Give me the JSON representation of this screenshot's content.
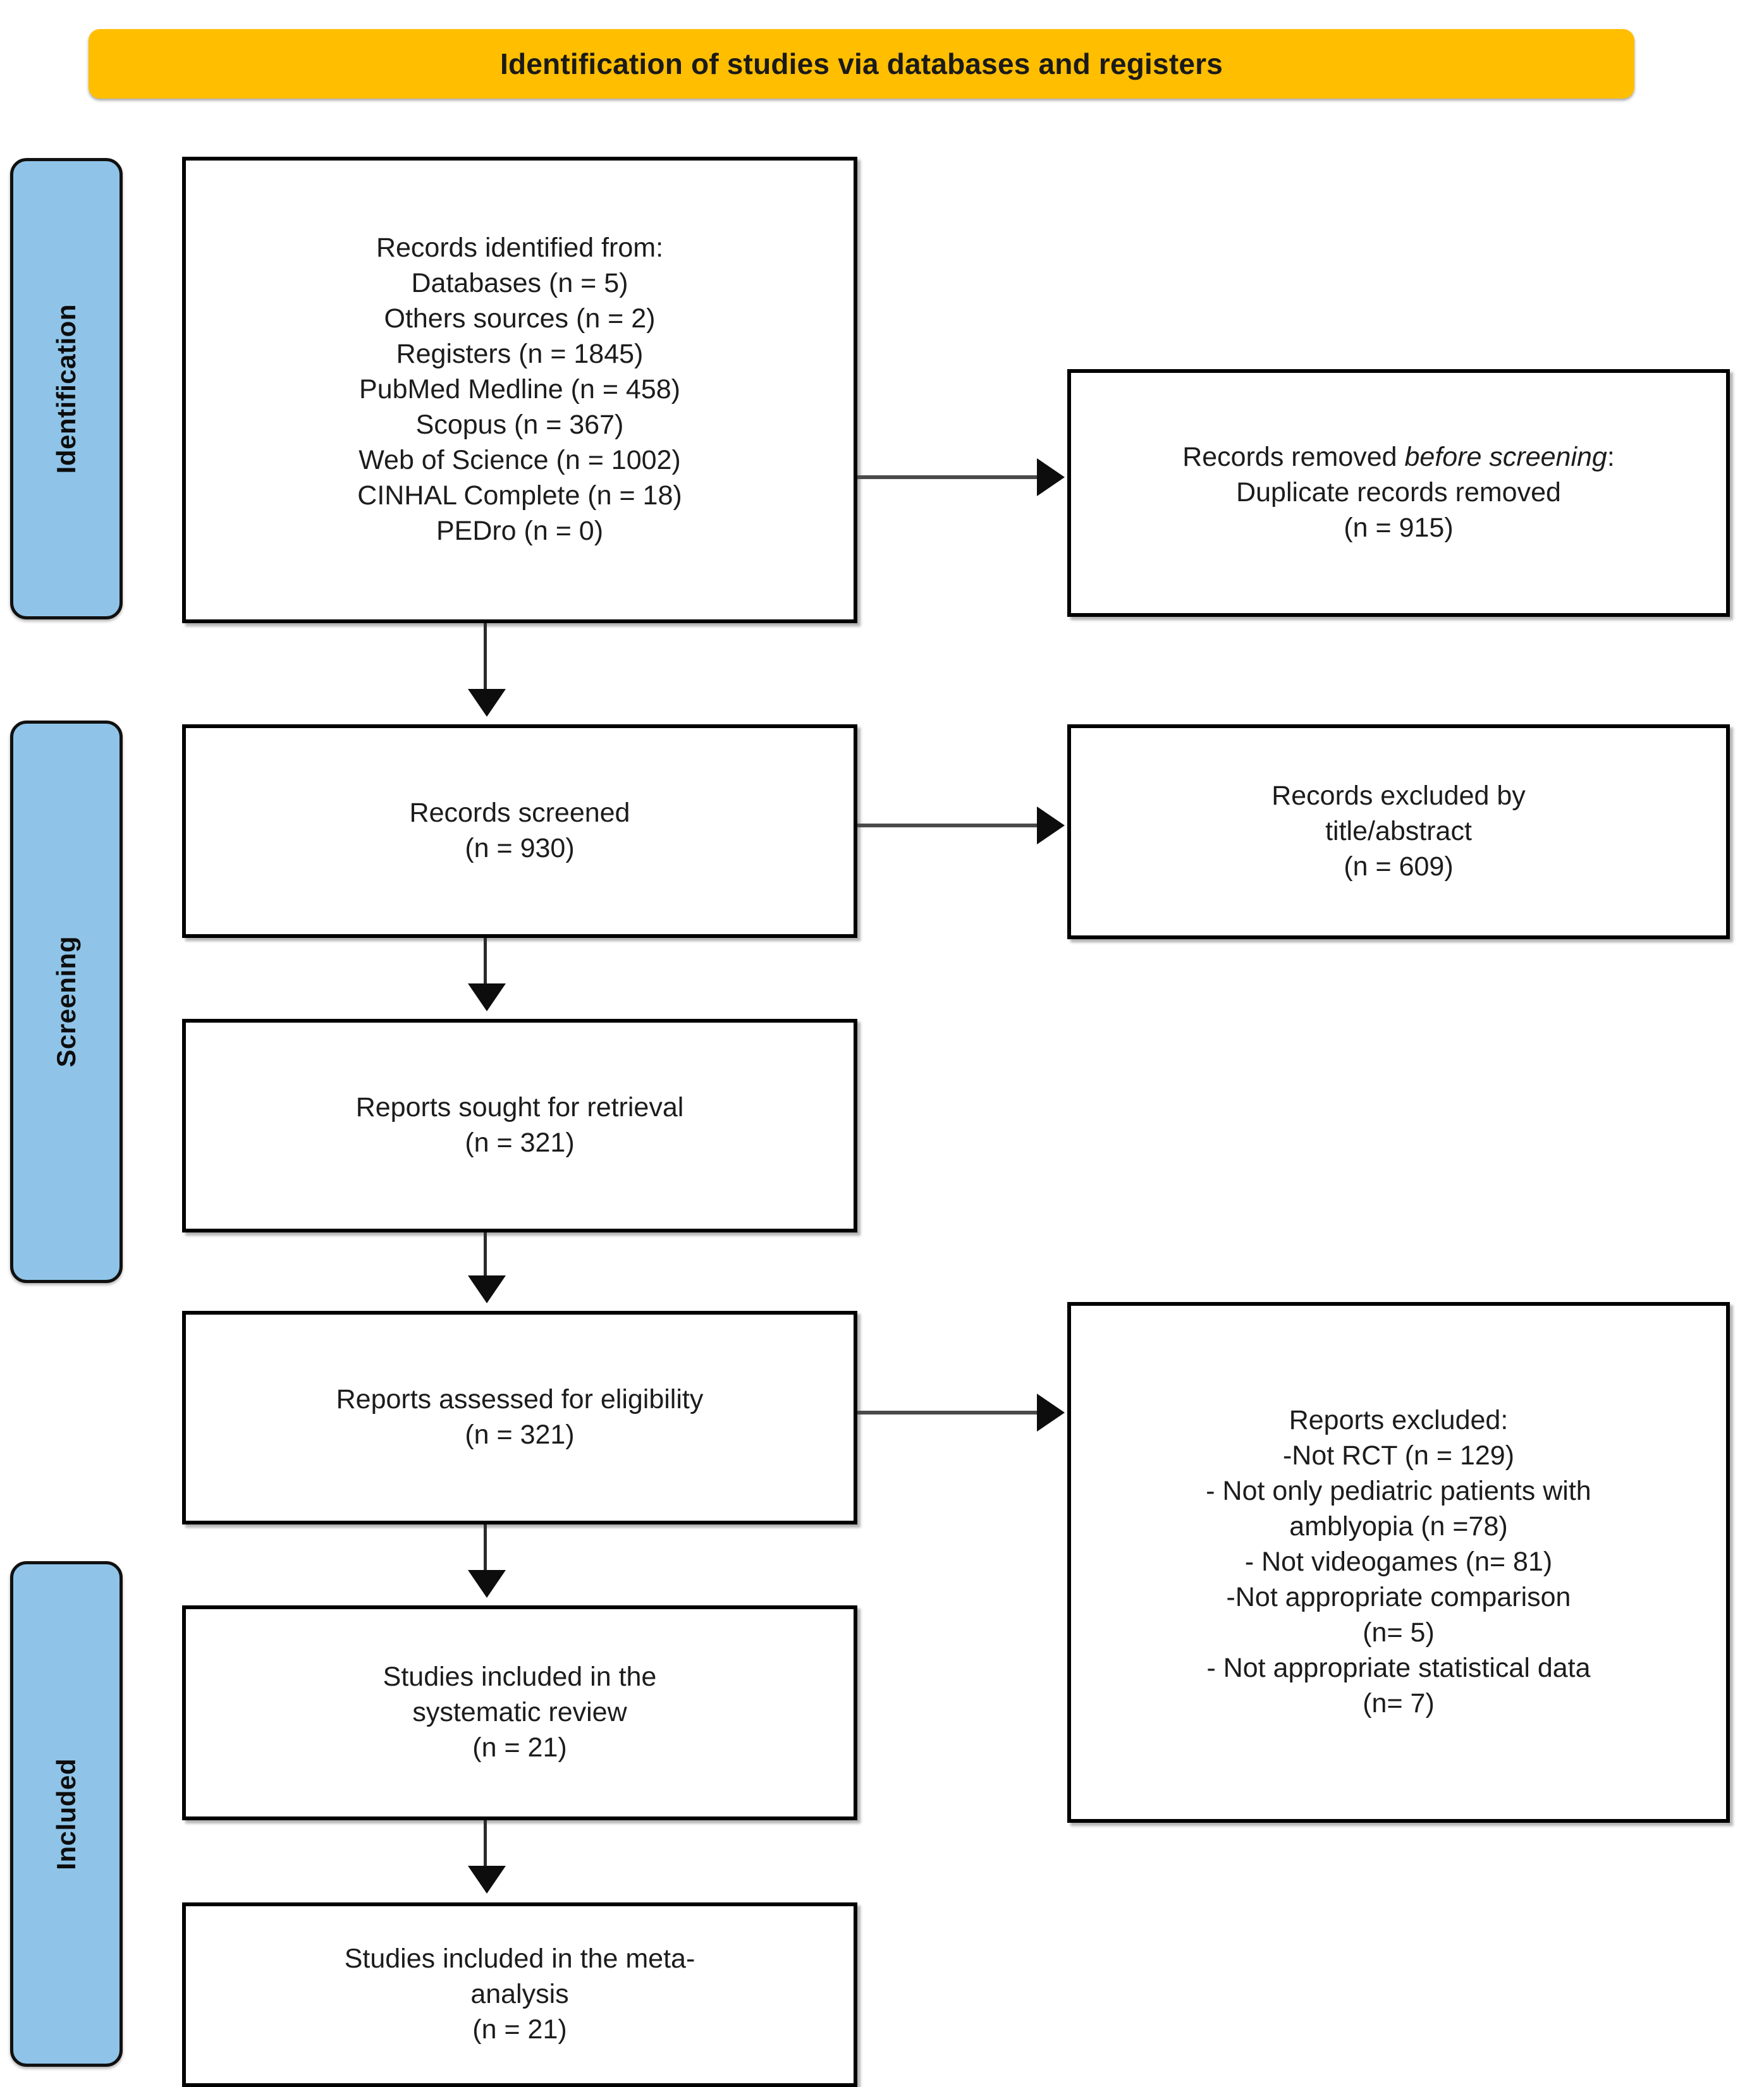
{
  "banner": {
    "title": "Identification of studies via databases and registers",
    "color": "#FFBE00"
  },
  "stages": {
    "color": "#8FC4E8",
    "identification": "Identification",
    "screening": "Screening",
    "included": "Included"
  },
  "boxes": {
    "identified": "Records identified from:\nDatabases (n = 5)\nOthers sources (n = 2)\nRegisters (n = 1845)\nPubMed Medline (n = 458)\nScopus (n = 367)\nWeb of Science (n = 1002)\nCINHAL Complete (n = 18)\nPEDro (n = 0)",
    "duplicates_line1": "Records removed ",
    "duplicates_italic": "before screening",
    "duplicates_line2": ":\nDuplicate records removed\n(n = 915)",
    "screened": "Records screened\n(n = 930)",
    "excluded_title_abstract": "Records excluded by\ntitle/abstract\n(n = 609)",
    "sought": "Reports sought for retrieval\n(n = 321)",
    "assessed": "Reports assessed for eligibility\n(n = 321)",
    "excluded_reports": "Reports excluded:\n-Not RCT (n = 129)\n- Not only pediatric patients with\namblyopia (n =78)\n- Not videogames (n= 81)\n-Not appropriate comparison\n(n= 5)\n- Not appropriate statistical data\n(n= 7)",
    "systematic_review": "Studies included in the\nsystematic review\n(n = 21)",
    "meta_analysis": "Studies included in the meta-\nanalysis\n(n = 21)"
  },
  "chart_data": {
    "type": "diagram",
    "title": "Identification of studies via databases and registers",
    "stages": [
      "Identification",
      "Screening",
      "Included"
    ],
    "nodes": [
      {
        "id": "identified",
        "stage": "Identification",
        "label": "Records identified from",
        "counts": {
          "Databases": 5,
          "Others sources": 2,
          "Registers": 1845,
          "PubMed Medline": 458,
          "Scopus": 367,
          "Web of Science": 1002,
          "CINHAL Complete": 18,
          "PEDro": 0
        }
      },
      {
        "id": "duplicates",
        "stage": "Identification",
        "label": "Records removed before screening: Duplicate records removed",
        "n": 915
      },
      {
        "id": "screened",
        "stage": "Screening",
        "label": "Records screened",
        "n": 930
      },
      {
        "id": "excluded_title_abstract",
        "stage": "Screening",
        "label": "Records excluded by title/abstract",
        "n": 609
      },
      {
        "id": "sought",
        "stage": "Screening",
        "label": "Reports sought for retrieval",
        "n": 321
      },
      {
        "id": "assessed",
        "stage": "Screening",
        "label": "Reports assessed for eligibility",
        "n": 321
      },
      {
        "id": "excluded_reports",
        "stage": "Screening",
        "label": "Reports excluded",
        "reasons": [
          {
            "reason": "Not RCT",
            "n": 129
          },
          {
            "reason": "Not only pediatric patients with amblyopia",
            "n": 78
          },
          {
            "reason": "Not videogames",
            "n": 81
          },
          {
            "reason": "Not appropriate comparison",
            "n": 5
          },
          {
            "reason": "Not appropriate statistical data",
            "n": 7
          }
        ]
      },
      {
        "id": "systematic_review",
        "stage": "Included",
        "label": "Studies included in the systematic review",
        "n": 21
      },
      {
        "id": "meta_analysis",
        "stage": "Included",
        "label": "Studies included in the meta-analysis",
        "n": 21
      }
    ],
    "edges": [
      {
        "from": "identified",
        "to": "duplicates",
        "dir": "right"
      },
      {
        "from": "identified",
        "to": "screened",
        "dir": "down"
      },
      {
        "from": "screened",
        "to": "excluded_title_abstract",
        "dir": "right"
      },
      {
        "from": "screened",
        "to": "sought",
        "dir": "down"
      },
      {
        "from": "sought",
        "to": "assessed",
        "dir": "down"
      },
      {
        "from": "assessed",
        "to": "excluded_reports",
        "dir": "right"
      },
      {
        "from": "assessed",
        "to": "systematic_review",
        "dir": "down"
      },
      {
        "from": "systematic_review",
        "to": "meta_analysis",
        "dir": "down"
      }
    ]
  }
}
